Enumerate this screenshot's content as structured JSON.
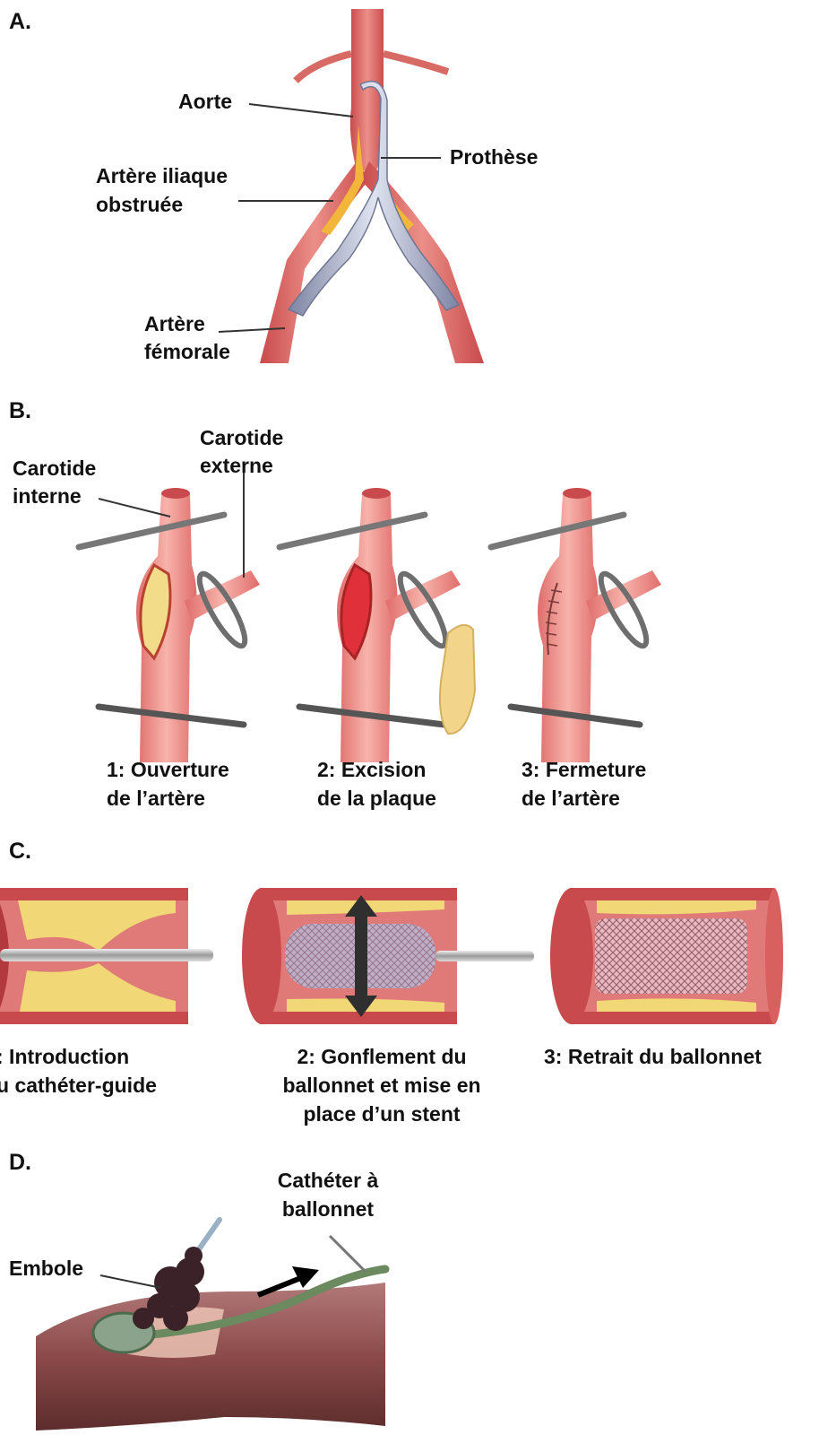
{
  "panel_a": {
    "letter": "A.",
    "labels": {
      "aorta": "Aorte",
      "prosthesis": "Prothèse",
      "iliac_1": "Artère iliaque",
      "iliac_2": "obstruée",
      "femoral_1": "Artère",
      "femoral_2": "fémorale"
    }
  },
  "panel_b": {
    "letter": "B.",
    "labels": {
      "external_1": "Carotide",
      "external_2": "externe",
      "internal_1": "Carotide",
      "internal_2": "interne"
    },
    "steps": [
      {
        "line1": "1: Ouverture",
        "line2": "de l’artère"
      },
      {
        "line1": "2: Excision",
        "line2": "de la plaque"
      },
      {
        "line1": "3: Fermeture",
        "line2": "de l’artère"
      }
    ]
  },
  "panel_c": {
    "letter": "C.",
    "steps": [
      {
        "line1": ": Introduction",
        "line2": "u cathéter-guide"
      },
      {
        "line1": "2: Gonflement du",
        "line2": "ballonnet et mise en",
        "line3": "place d’un stent"
      },
      {
        "line1": "3: Retrait du ballonnet"
      }
    ]
  },
  "panel_d": {
    "letter": "D.",
    "labels": {
      "catheter_1": "Cathéter à",
      "catheter_2": "ballonnet",
      "embolus": "Embole"
    }
  },
  "colors": {
    "artery": "#d9605f",
    "artery_light": "#ef9a94",
    "plaque": "#f1d776",
    "prosthesis": "#a8afc8",
    "vein": "#8c4a4a",
    "clot": "#3b2128",
    "balloon": "#7f9a80"
  }
}
